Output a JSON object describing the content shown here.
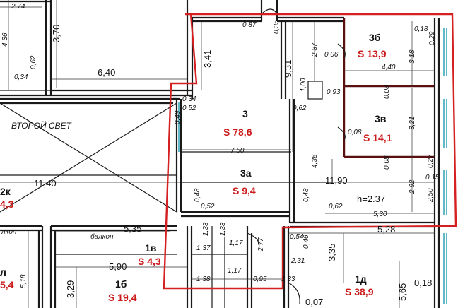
{
  "rooms": [
    {
      "id": "3",
      "label": "3",
      "area": "S 78,6"
    },
    {
      "id": "3b",
      "label": "3б",
      "area": "S 13,9"
    },
    {
      "id": "3v",
      "label": "3в",
      "area": "S 14,1"
    },
    {
      "id": "3a",
      "label": "3а",
      "area": "S 9,4"
    },
    {
      "id": "1v",
      "label": "1в",
      "area": "S 4,3"
    },
    {
      "id": "1b",
      "label": "1б",
      "area": "S 19,4"
    },
    {
      "id": "1d",
      "label": "1д",
      "area": "S 38,9"
    },
    {
      "id": "2k",
      "label": "2к",
      "area": "4,3"
    },
    {
      "id": "1l",
      "label": "л",
      "area": "5,4"
    }
  ],
  "labels": {
    "second_light": "ВТОРОЙ СВЕТ",
    "balcony": "балкон",
    "balcony_left": "лкон",
    "height": "h=2.37"
  },
  "dims": [
    "2,74",
    "3,70",
    "4,36",
    "0,62",
    "0,34",
    "6,40",
    "3,41",
    "0,87",
    "0,35",
    "2,87",
    "0,06",
    "9,31",
    "0,18",
    "0,29",
    "4,40",
    "3,18",
    "1,00",
    "0,93",
    "0,62",
    "0,08",
    "3,21",
    "0,34",
    "0,52",
    "0,49",
    "7,50",
    "0,08",
    "4,36",
    "0,08",
    "0,27",
    "0,15",
    "11,40",
    "11,90",
    "2,92",
    "2,50",
    "0,48",
    "0,52",
    "0,48",
    "0,62",
    "5,30",
    "5,35",
    "1,33",
    "1,33",
    "1,17",
    "2,77",
    "0,54",
    "5,28",
    "1,37",
    "0,46",
    "3,35",
    "5,90",
    "1,17",
    "2,31",
    "1,38",
    "0,95",
    "1,33",
    "3,29",
    "5,18",
    "5,65",
    "0,18",
    "0,07"
  ]
}
